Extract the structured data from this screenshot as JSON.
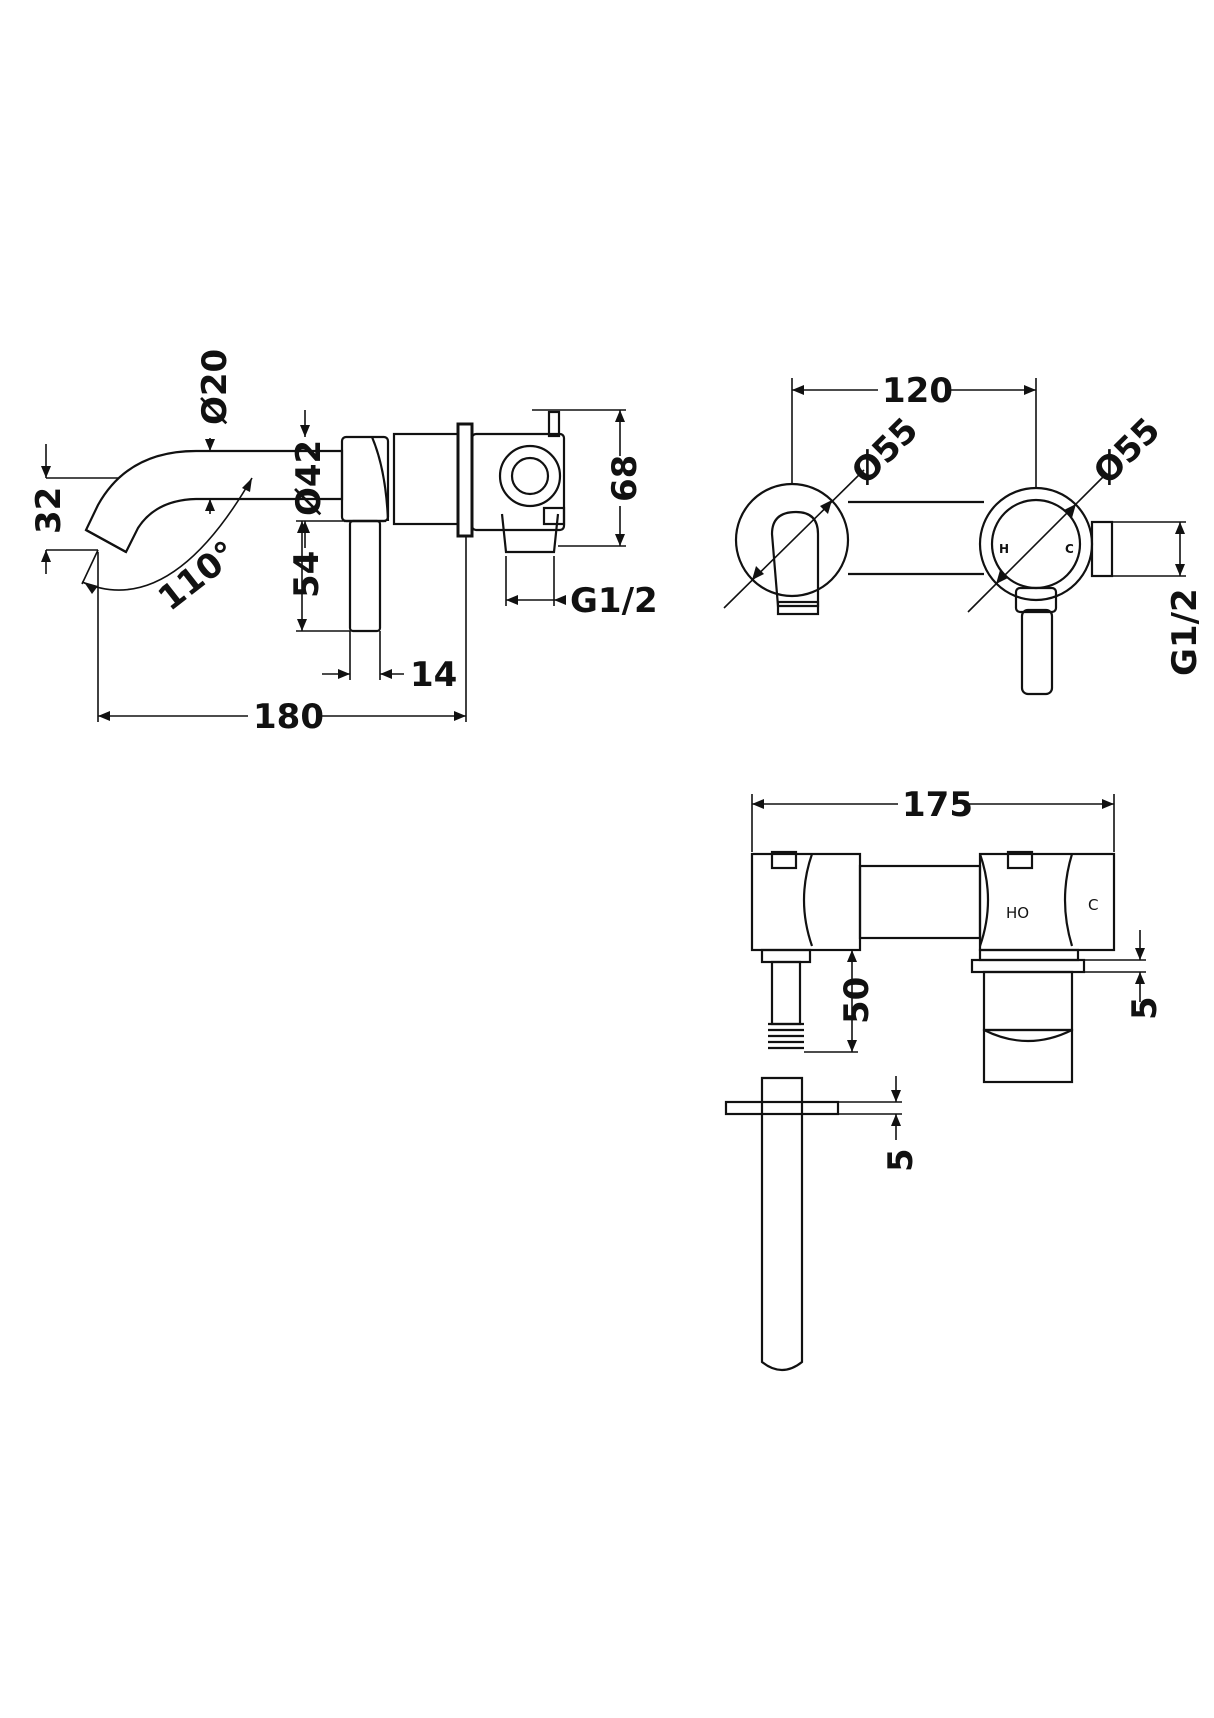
{
  "side_view": {
    "dim_diameter_spout": "Ø20",
    "dim_diameter_body": "Ø42",
    "dim_spout_drop": "32",
    "dim_angle": "110°",
    "dim_lever_length": "54",
    "dim_lever_width": "14",
    "dim_total_projection": "180",
    "dim_body_height": "68",
    "dim_connection": "G1/2"
  },
  "front_view": {
    "dim_centres": "120",
    "dim_plate_left": "Ø55",
    "dim_plate_right": "Ø55",
    "dim_connection": "G1/2",
    "label_hot": "H",
    "label_cold": "C"
  },
  "rough_in_view": {
    "dim_width": "175",
    "dim_stem_length": "50",
    "dim_sleeve_thickness": "5",
    "dim_flange_thickness": "5",
    "label_hot_cold": "HO",
    "label_cold_mark": "C"
  }
}
